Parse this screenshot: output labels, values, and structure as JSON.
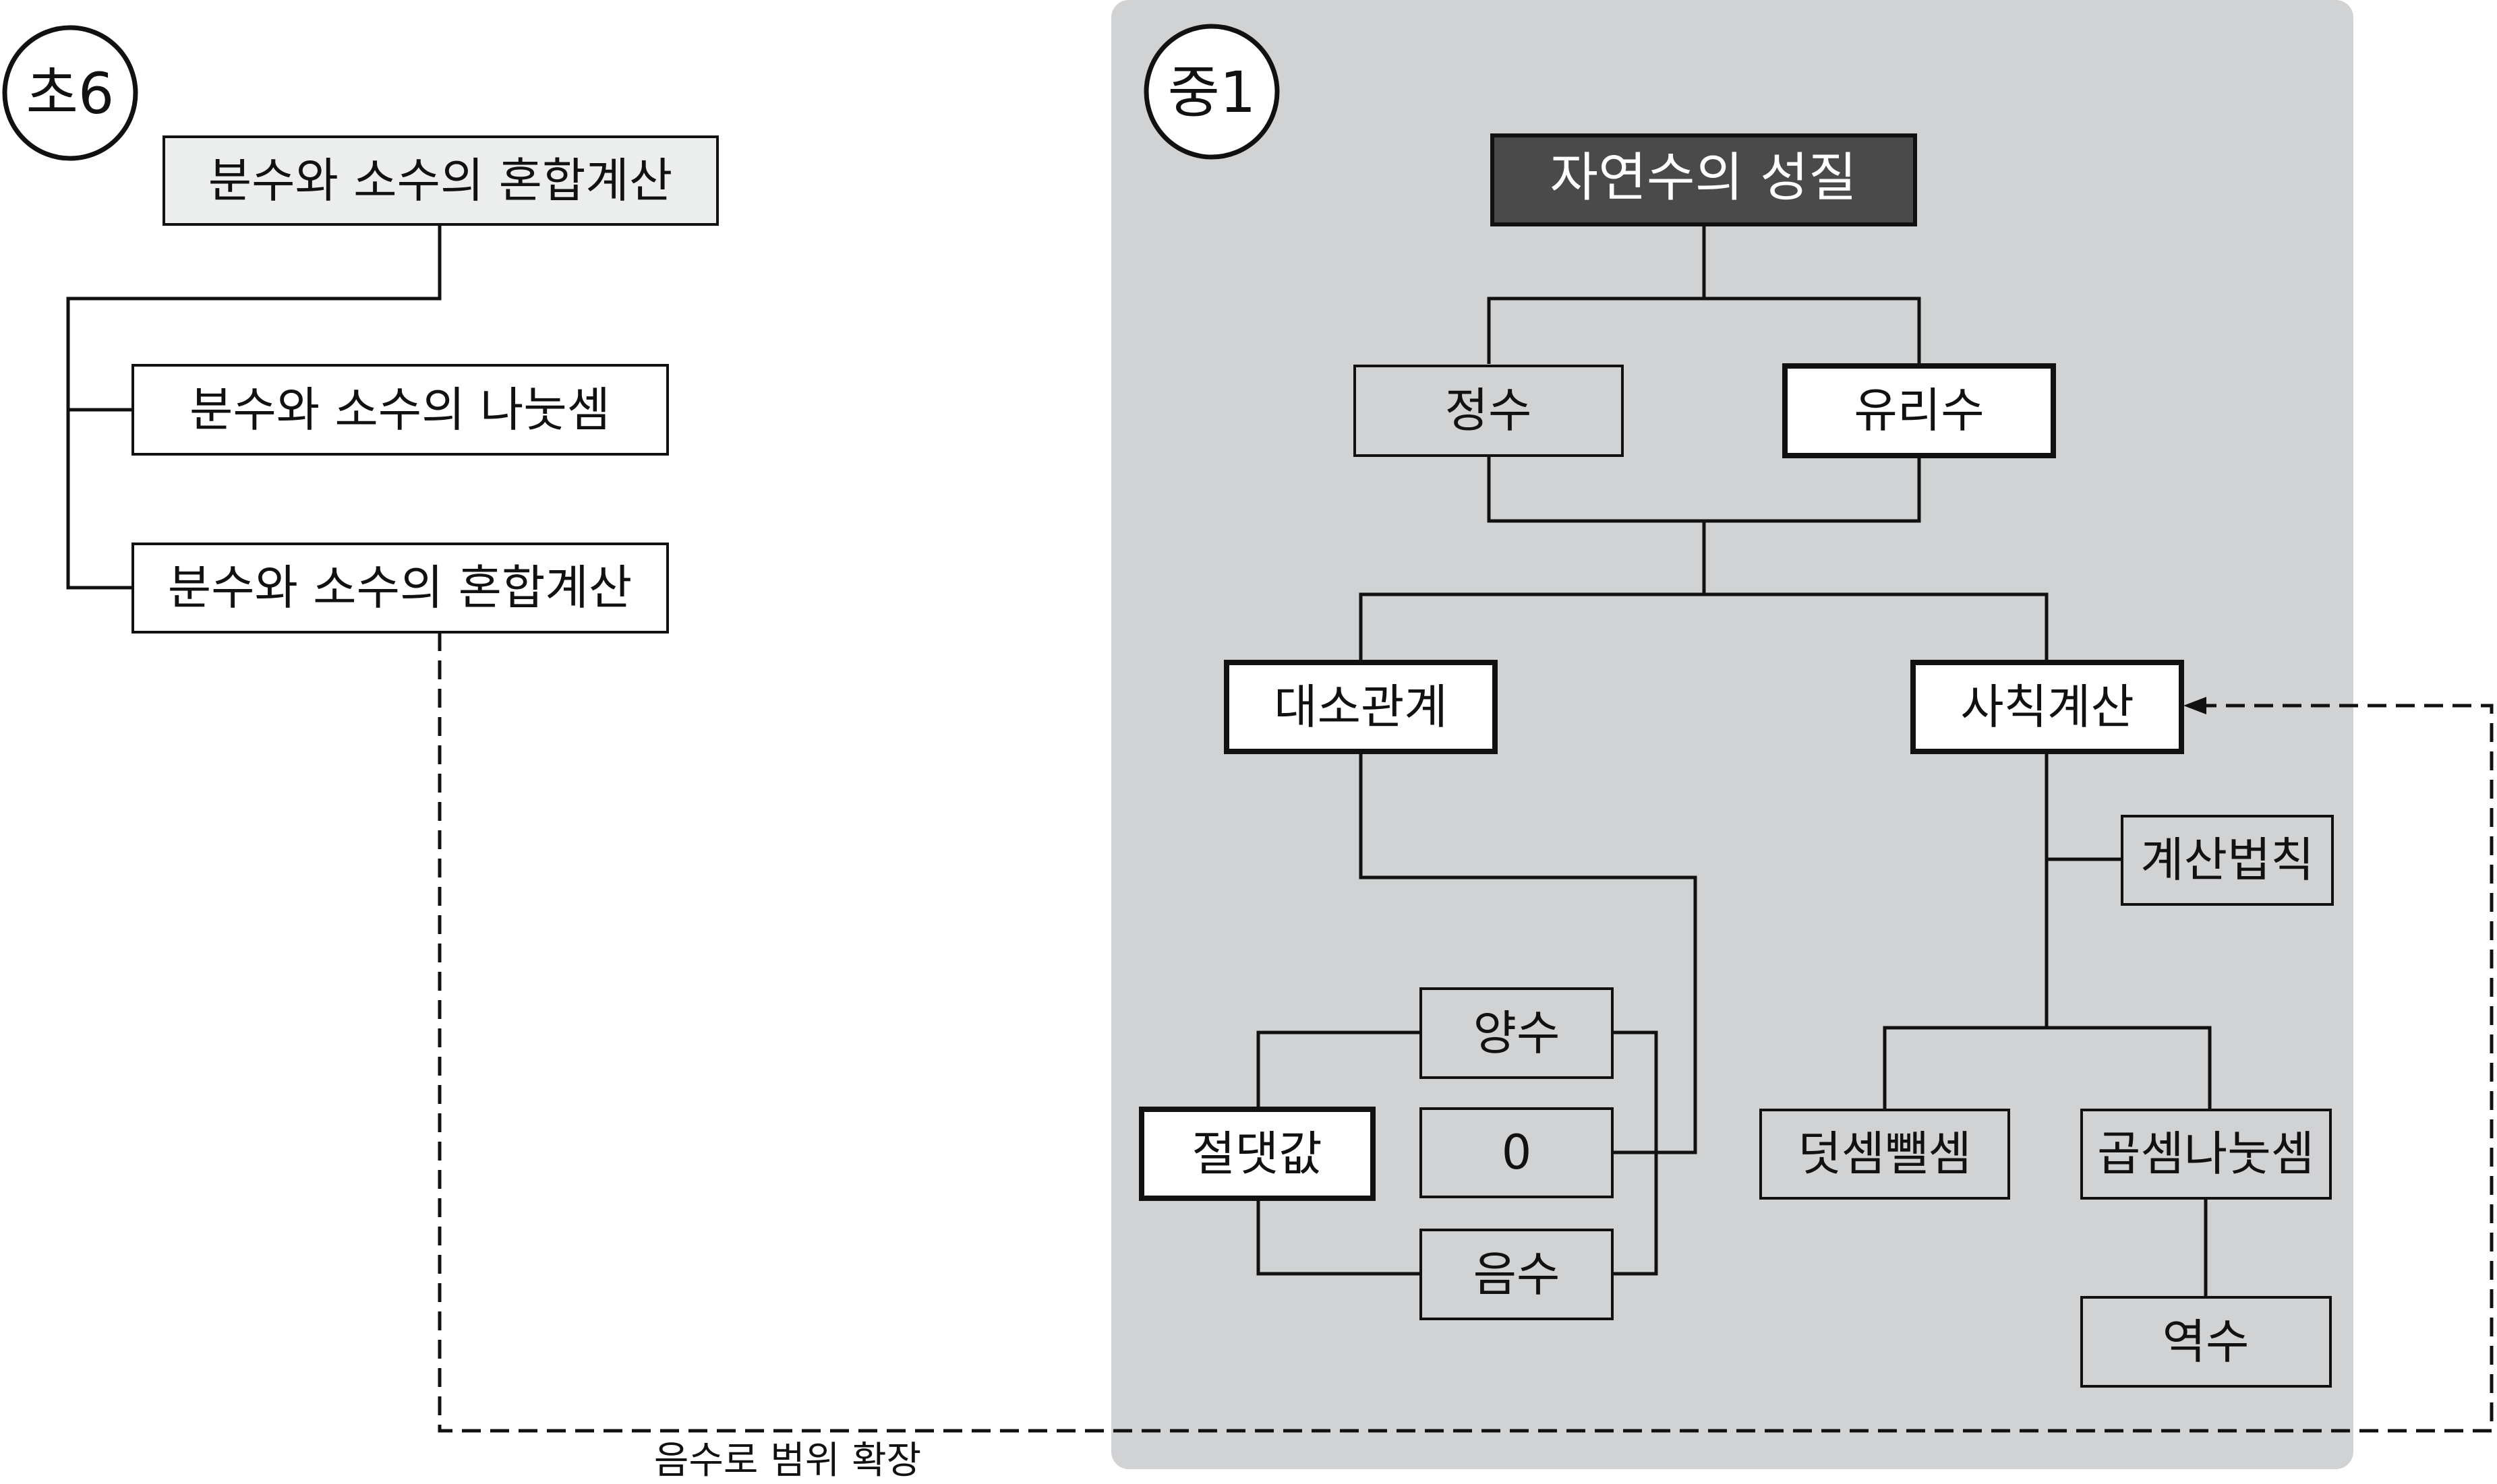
{
  "grades": {
    "elementary": "초6",
    "middle": "중1"
  },
  "elementary_nodes": {
    "top": "분수와 소수의 혼합계산",
    "division": "분수와 소수의 나눗셈",
    "mixed": "분수와 소수의 혼합계산"
  },
  "middle_nodes": {
    "root": "자연수의 성질",
    "integer": "정수",
    "rational": "유리수",
    "order": "대소관계",
    "four_ops": "사칙계산",
    "laws": "계산법칙",
    "positive": "양수",
    "zero": "0",
    "negative": "음수",
    "absolute": "절댓값",
    "add_sub": "덧셈뺄셈",
    "mul_div": "곱셈나눗셈",
    "reciprocal": "역수"
  },
  "link_caption": "음수로 범위 확장",
  "colors": {
    "panel_bg": "#d1d2d4",
    "root_fill": "#4a4a4a",
    "root_text": "#ffffff",
    "elementary_top_fill": "#eceded",
    "box_fill": "#d1d2d4",
    "line": "#111111"
  }
}
